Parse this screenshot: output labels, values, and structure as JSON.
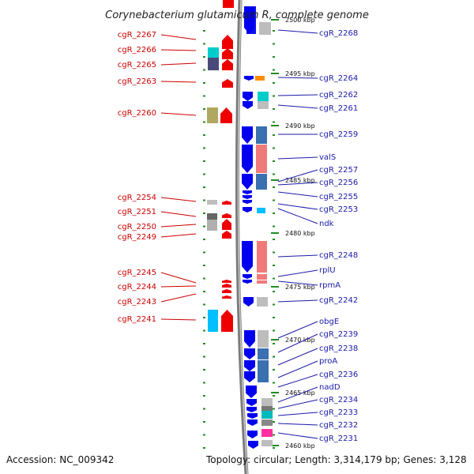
{
  "title": "Corynebacterium glutamicum R, complete genome",
  "footer": {
    "accession": "Accession: NC_009342",
    "topology": "Topology: circular; Length: 3,314,179 bp; Genes: 3,128"
  },
  "colors": {
    "forward_strand": "#ee0000",
    "reverse_strand": "#0000ee",
    "left_label": "#cc0000",
    "right_label": "#1a1aaa",
    "backbone": "#7a7a7a",
    "tick": "#228b22"
  },
  "kbp_ticks": [
    "2500 kbp",
    "2495 kbp",
    "2490 kbp",
    "2485 kbp",
    "2480 kbp",
    "2475 kbp",
    "2470 kbp",
    "2465 kbp",
    "2460 kbp"
  ],
  "left_labels": [
    "cgR_2267",
    "cgR_2266",
    "cgR_2265",
    "cgR_2263",
    "cgR_2260",
    "cgR_2254",
    "cgR_2251",
    "cgR_2250",
    "cgR_2249",
    "cgR_2245",
    "cgR_2244",
    "cgR_2243",
    "cgR_2241"
  ],
  "right_labels": [
    "cgR_2268",
    "cgR_2264",
    "cgR_2262",
    "cgR_2261",
    "cgR_2259",
    "valS",
    "cgR_2257",
    "cgR_2256",
    "cgR_2255",
    "cgR_2253",
    "ndk",
    "cgR_2248",
    "rplU",
    "rpmA",
    "cgR_2242",
    "obgE",
    "cgR_2239",
    "cgR_2238",
    "proA",
    "cgR_2236",
    "nadD",
    "cgR_2234",
    "cgR_2233",
    "cgR_2232",
    "cgR_2231"
  ]
}
